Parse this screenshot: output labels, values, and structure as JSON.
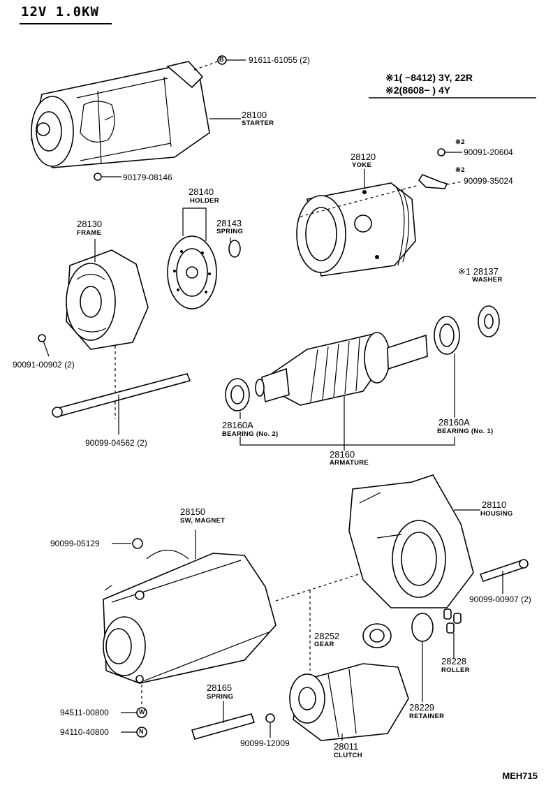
{
  "title": "12V 1.0KW",
  "notes": [
    {
      "mark": "※1",
      "range": "(      −8412)",
      "models": "3Y, 22R"
    },
    {
      "mark": "※2",
      "range": "(8608−      )",
      "models": "4Y"
    }
  ],
  "parts": {
    "starter": {
      "num": "28100",
      "name": "STARTER"
    },
    "yoke": {
      "num": "28120",
      "name": "YOKE"
    },
    "holder": {
      "num": "28140",
      "name": "HOLDER"
    },
    "spring_28143": {
      "num": "28143",
      "name": "SPRING"
    },
    "frame": {
      "num": "28130",
      "name": "FRAME"
    },
    "washer": {
      "num": "※1 28137",
      "name": "WASHER"
    },
    "bearing_no2": {
      "num": "28160A",
      "name": "BEARING (No. 2)"
    },
    "bearing_no1": {
      "num": "28160A",
      "name": "BEARING (No. 1)"
    },
    "armature": {
      "num": "28160",
      "name": "ARMATURE"
    },
    "sw_magnet": {
      "num": "28150",
      "name": "SW, MAGNET"
    },
    "housing": {
      "num": "28110",
      "name": "HOUSING"
    },
    "gear": {
      "num": "28252",
      "name": "GEAR"
    },
    "roller": {
      "num": "28228",
      "name": "ROLLER"
    },
    "retainer": {
      "num": "28229",
      "name": "RETAINER"
    },
    "spring_28165": {
      "num": "28165",
      "name": "SPRING"
    },
    "clutch": {
      "num": "28011",
      "name": "CLUTCH"
    }
  },
  "part_numbers": {
    "p91611": "91611-61055 (2)",
    "p90179": "90179-08146",
    "p90091_20604": "90091-20604",
    "p90091_20604_mark": "※2",
    "p90099_35024": "90099-35024",
    "p90099_35024_mark": "※2",
    "p90091_00902": "90091-00902 (2)",
    "p90099_04562": "90099-04562 (2)",
    "p90099_05129": "90099-05129",
    "p90099_00907": "90099-00907 (2)",
    "p94511": "94511-00800",
    "p94110": "94110-40800",
    "p90099_12009": "90099-12009"
  },
  "callout_letters": {
    "b": "B",
    "w": "W",
    "n": "N"
  },
  "diagram_code": "MEH715"
}
